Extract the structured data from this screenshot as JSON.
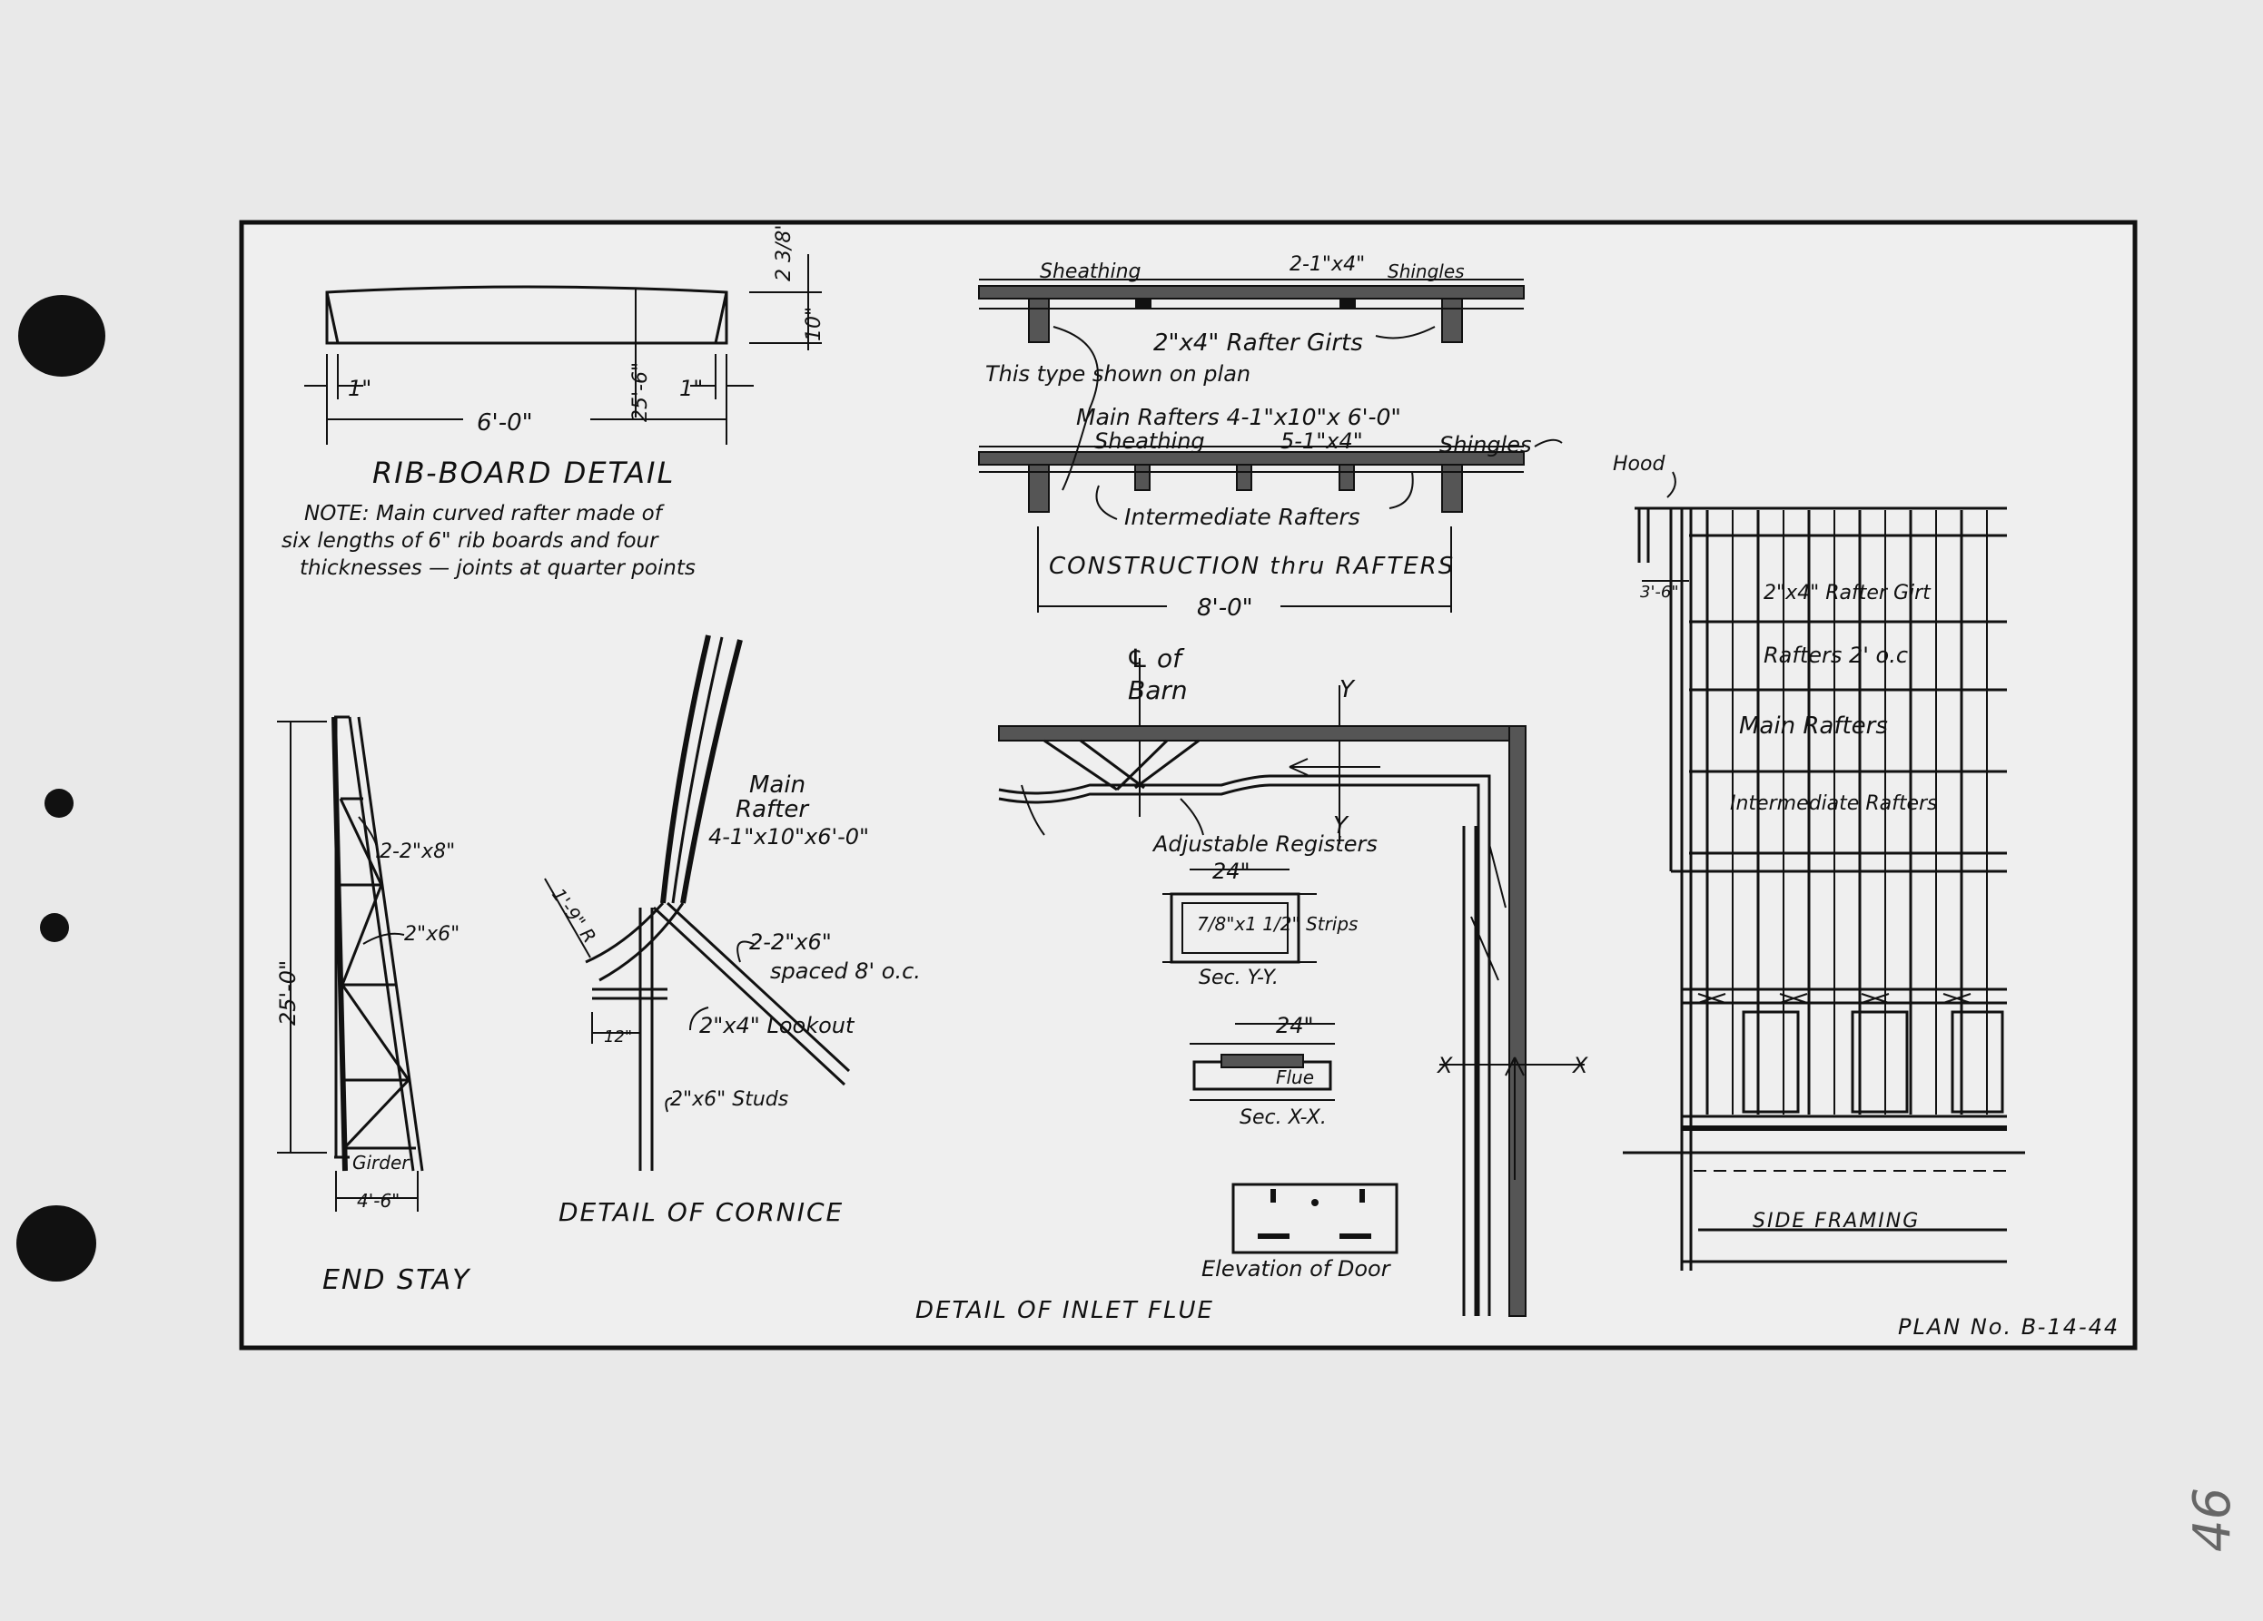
{
  "rib_board": {
    "title": "RIB-BOARD DETAIL",
    "note": [
      "NOTE:  Main curved rafter made of",
      "six lengths of 6\" rib boards and four",
      "thicknesses — joints at quarter points"
    ],
    "dim_length": "6'-0\"",
    "dim_radius": "25'-6\"",
    "dim_left_end": "1\"",
    "dim_right_end": "1\"",
    "dim_height": "10\"",
    "dim_rise": "2 3/8\""
  },
  "end_stay": {
    "title": "END STAY",
    "dim_height": "25'-0\"",
    "dim_width": "4'-6\"",
    "label_top": "2-2\"x8\"",
    "label_mid": "2\"x6\"",
    "label_girder": "Girder"
  },
  "cornice": {
    "title": "DETAIL OF CORNICE",
    "main_rafter": "Main",
    "main_rafter_2": "Rafter",
    "main_rafter_size": "4-1\"x10\"x6'-0\"",
    "radius": "1'-9\" R",
    "braces": "2-2\"x6\"",
    "spacing": "spaced 8' o.c.",
    "lookout": "2\"x4\" Lookout",
    "studs": "2\"x6\" Studs",
    "offset": "12\""
  },
  "rafters": {
    "title": "CONSTRUCTION thru RAFTERS",
    "top_sheathing": "Sheathing",
    "top_boards": "2-1\"x4\"",
    "top_shingles": "Shingles",
    "girts": "2\"x4\" Rafter Girts",
    "type_note": "This type shown on plan",
    "main_rafters": "Main Rafters 4-1\"x10\"x 6'-0\"",
    "bot_sheathing": "Sheathing",
    "bot_boards": "5-1\"x4\"",
    "bot_shingles": "Shingles",
    "intermediate": "Intermediate Rafters",
    "dim_width": "8'-0\""
  },
  "inlet_flue": {
    "title": "DETAIL OF INLET FLUE",
    "centerline": "℄ of",
    "centerline_2": "Barn",
    "sec_mark_y": "Y",
    "sec_mark_y2": "Y",
    "registers": "Adjustable Registers",
    "sec_yy_width": "24\"",
    "strips": "7/8\"x1 1/2\" Strips",
    "sec_yy": "Sec. Y-Y.",
    "sec_xx_width": "24\"",
    "flue": "Flue",
    "sec_xx": "Sec. X-X.",
    "sec_mark_x": "X",
    "sec_mark_x2": "X",
    "door": "Elevation of Door"
  },
  "side_framing": {
    "title": "SIDE FRAMING",
    "hood": "Hood",
    "offset": "3'-6\"",
    "girt": "2\"x4\" Rafter Girt",
    "rafter_spacing": "Rafters 2' o.c.",
    "main": "Main Rafters",
    "intermediate": "Intermediate Rafters"
  },
  "plan_no": "PLAN No. B-14-44",
  "page_no": "46"
}
